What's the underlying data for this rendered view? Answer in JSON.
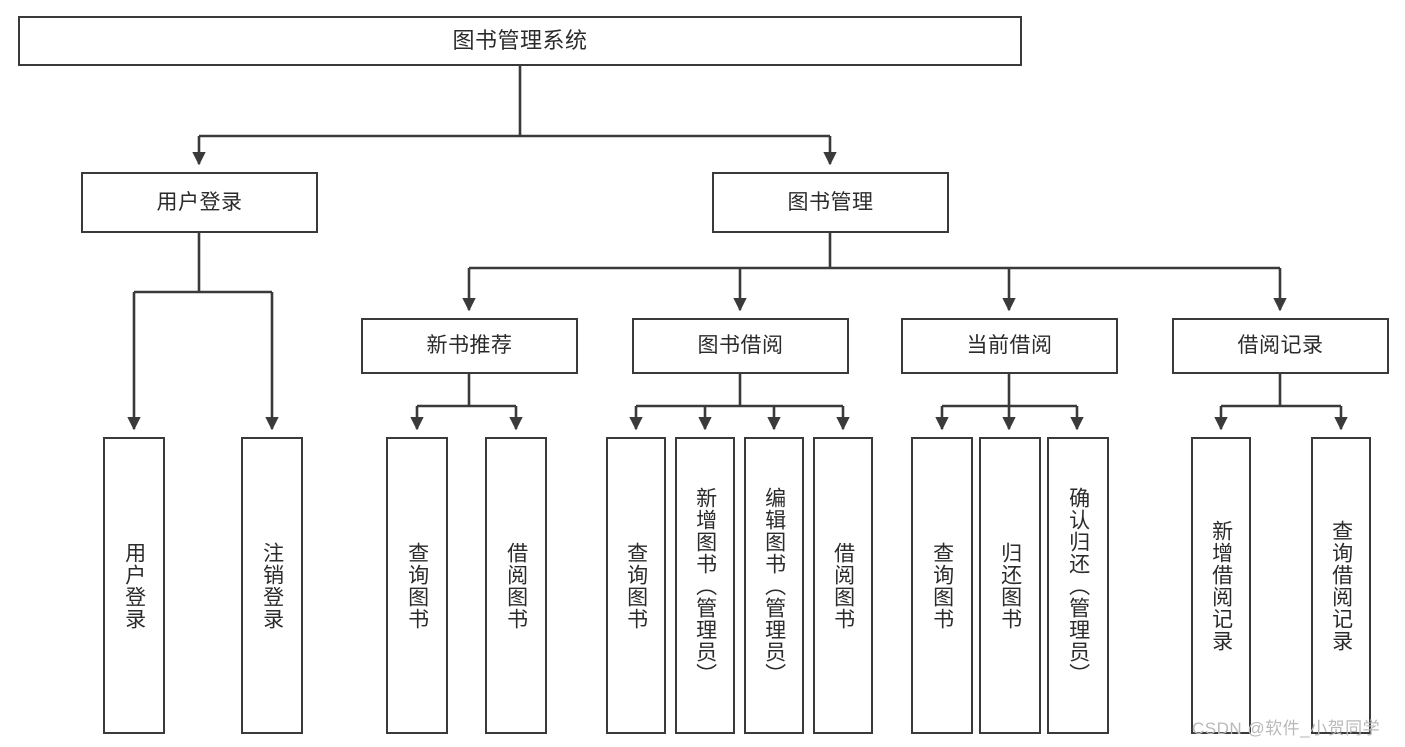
{
  "diagram": {
    "type": "tree-hierarchy-flowchart",
    "title": "图书管理系统",
    "background_color": "#ffffff",
    "box_border_color": "#3a3a3a",
    "text_color": "#2b2b2b",
    "connector_color": "#3a3a3a",
    "levels": 3,
    "root": {
      "id": "root",
      "label": "图书管理系统",
      "orientation": "horizontal"
    },
    "level2": [
      {
        "id": "user-login",
        "label": "用户登录",
        "orientation": "horizontal"
      },
      {
        "id": "book-manage",
        "label": "图书管理",
        "orientation": "horizontal"
      }
    ],
    "level3": [
      {
        "id": "new-book-recommend",
        "label": "新书推荐",
        "orientation": "horizontal",
        "parent": "book-manage"
      },
      {
        "id": "book-borrow",
        "label": "图书借阅",
        "orientation": "horizontal",
        "parent": "book-manage"
      },
      {
        "id": "current-borrow",
        "label": "当前借阅",
        "orientation": "horizontal",
        "parent": "book-manage"
      },
      {
        "id": "borrow-record",
        "label": "借阅记录",
        "orientation": "horizontal",
        "parent": "book-manage"
      }
    ],
    "leaves": [
      {
        "id": "leaf-user-login",
        "label": "用户登录",
        "parent": "user-login",
        "orientation": "vertical"
      },
      {
        "id": "leaf-user-logout",
        "label": "注销登录",
        "parent": "user-login",
        "orientation": "vertical"
      },
      {
        "id": "leaf-query-book-1",
        "label": "查询图书",
        "parent": "new-book-recommend",
        "orientation": "vertical"
      },
      {
        "id": "leaf-borrow-book-1",
        "label": "借阅图书",
        "parent": "new-book-recommend",
        "orientation": "vertical"
      },
      {
        "id": "leaf-query-book-2",
        "label": "查询图书",
        "parent": "book-borrow",
        "orientation": "vertical"
      },
      {
        "id": "leaf-add-book",
        "label": "新增图书（管理员）",
        "parent": "book-borrow",
        "orientation": "vertical"
      },
      {
        "id": "leaf-edit-book",
        "label": "编辑图书（管理员）",
        "parent": "book-borrow",
        "orientation": "vertical"
      },
      {
        "id": "leaf-borrow-book-2",
        "label": "借阅图书",
        "parent": "book-borrow",
        "orientation": "vertical"
      },
      {
        "id": "leaf-query-book-3",
        "label": "查询图书",
        "parent": "current-borrow",
        "orientation": "vertical"
      },
      {
        "id": "leaf-return-book",
        "label": "归还图书",
        "parent": "current-borrow",
        "orientation": "vertical"
      },
      {
        "id": "leaf-confirm-return",
        "label": "确认归还（管理员）",
        "parent": "current-borrow",
        "orientation": "vertical"
      },
      {
        "id": "leaf-add-record",
        "label": "新增借阅记录",
        "parent": "borrow-record",
        "orientation": "vertical"
      },
      {
        "id": "leaf-query-record",
        "label": "查询借阅记录",
        "parent": "borrow-record",
        "orientation": "vertical"
      }
    ]
  },
  "watermark": {
    "text": "CSDN @软件_小贺同学",
    "color": "#b9b9b9"
  }
}
